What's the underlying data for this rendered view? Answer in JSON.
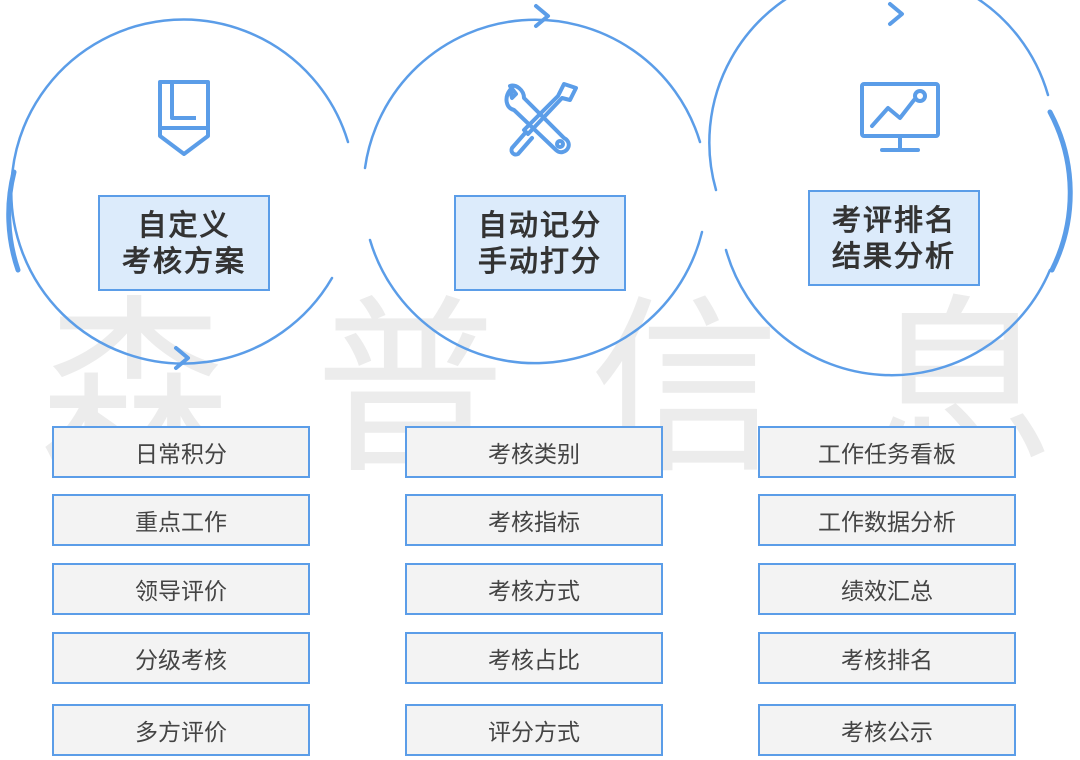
{
  "watermark": [
    "森",
    "普",
    "信",
    "息"
  ],
  "columns": [
    {
      "icon": "bookmark-pen-icon",
      "title_lines": [
        "自定义",
        "考核方案"
      ],
      "items": [
        "日常积分",
        "重点工作",
        "领导评价",
        "分级考核",
        "多方评价"
      ]
    },
    {
      "icon": "wrench-screwdriver-icon",
      "title_lines": [
        "自动记分",
        "手动打分"
      ],
      "items": [
        "考核类别",
        "考核指标",
        "考核方式",
        "考核占比",
        "评分方式"
      ]
    },
    {
      "icon": "analytics-monitor-icon",
      "title_lines": [
        "考评排名",
        "结果分析"
      ],
      "items": [
        "工作任务看板",
        "工作数据分析",
        "绩效汇总",
        "考核排名",
        "考核公示"
      ]
    }
  ],
  "colors": {
    "accent": "#5b9de8",
    "title_fill": "#dcebfb",
    "item_fill": "#f3f3f3",
    "watermark": "#ececec"
  }
}
